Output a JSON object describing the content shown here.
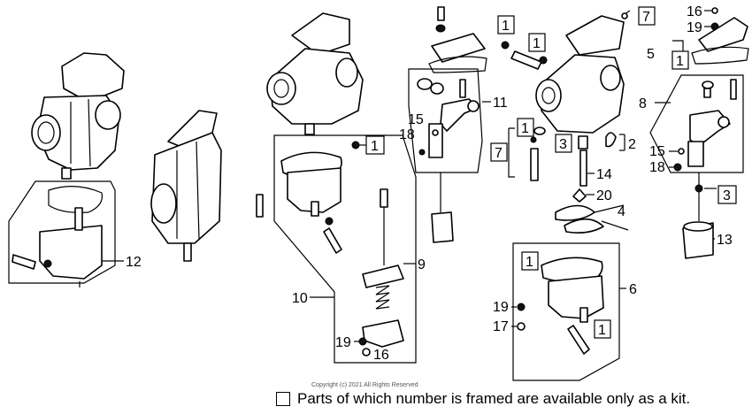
{
  "labels": {
    "p16": "16",
    "p19": "19",
    "p7": "7",
    "p5": "5",
    "p8": "8",
    "p11": "11",
    "p1": "1",
    "p15": "15",
    "p18": "18",
    "p2": "2",
    "p3": "3",
    "p14": "14",
    "p20": "20",
    "p4": "4",
    "p13": "13",
    "p12": "12",
    "p9": "9",
    "p10": "10",
    "p6": "6",
    "p17": "17"
  },
  "footer": {
    "text": "Parts of which number is framed are available only as a kit.",
    "copyright": "Copyright (c) 2021 All Rights Reserved"
  }
}
